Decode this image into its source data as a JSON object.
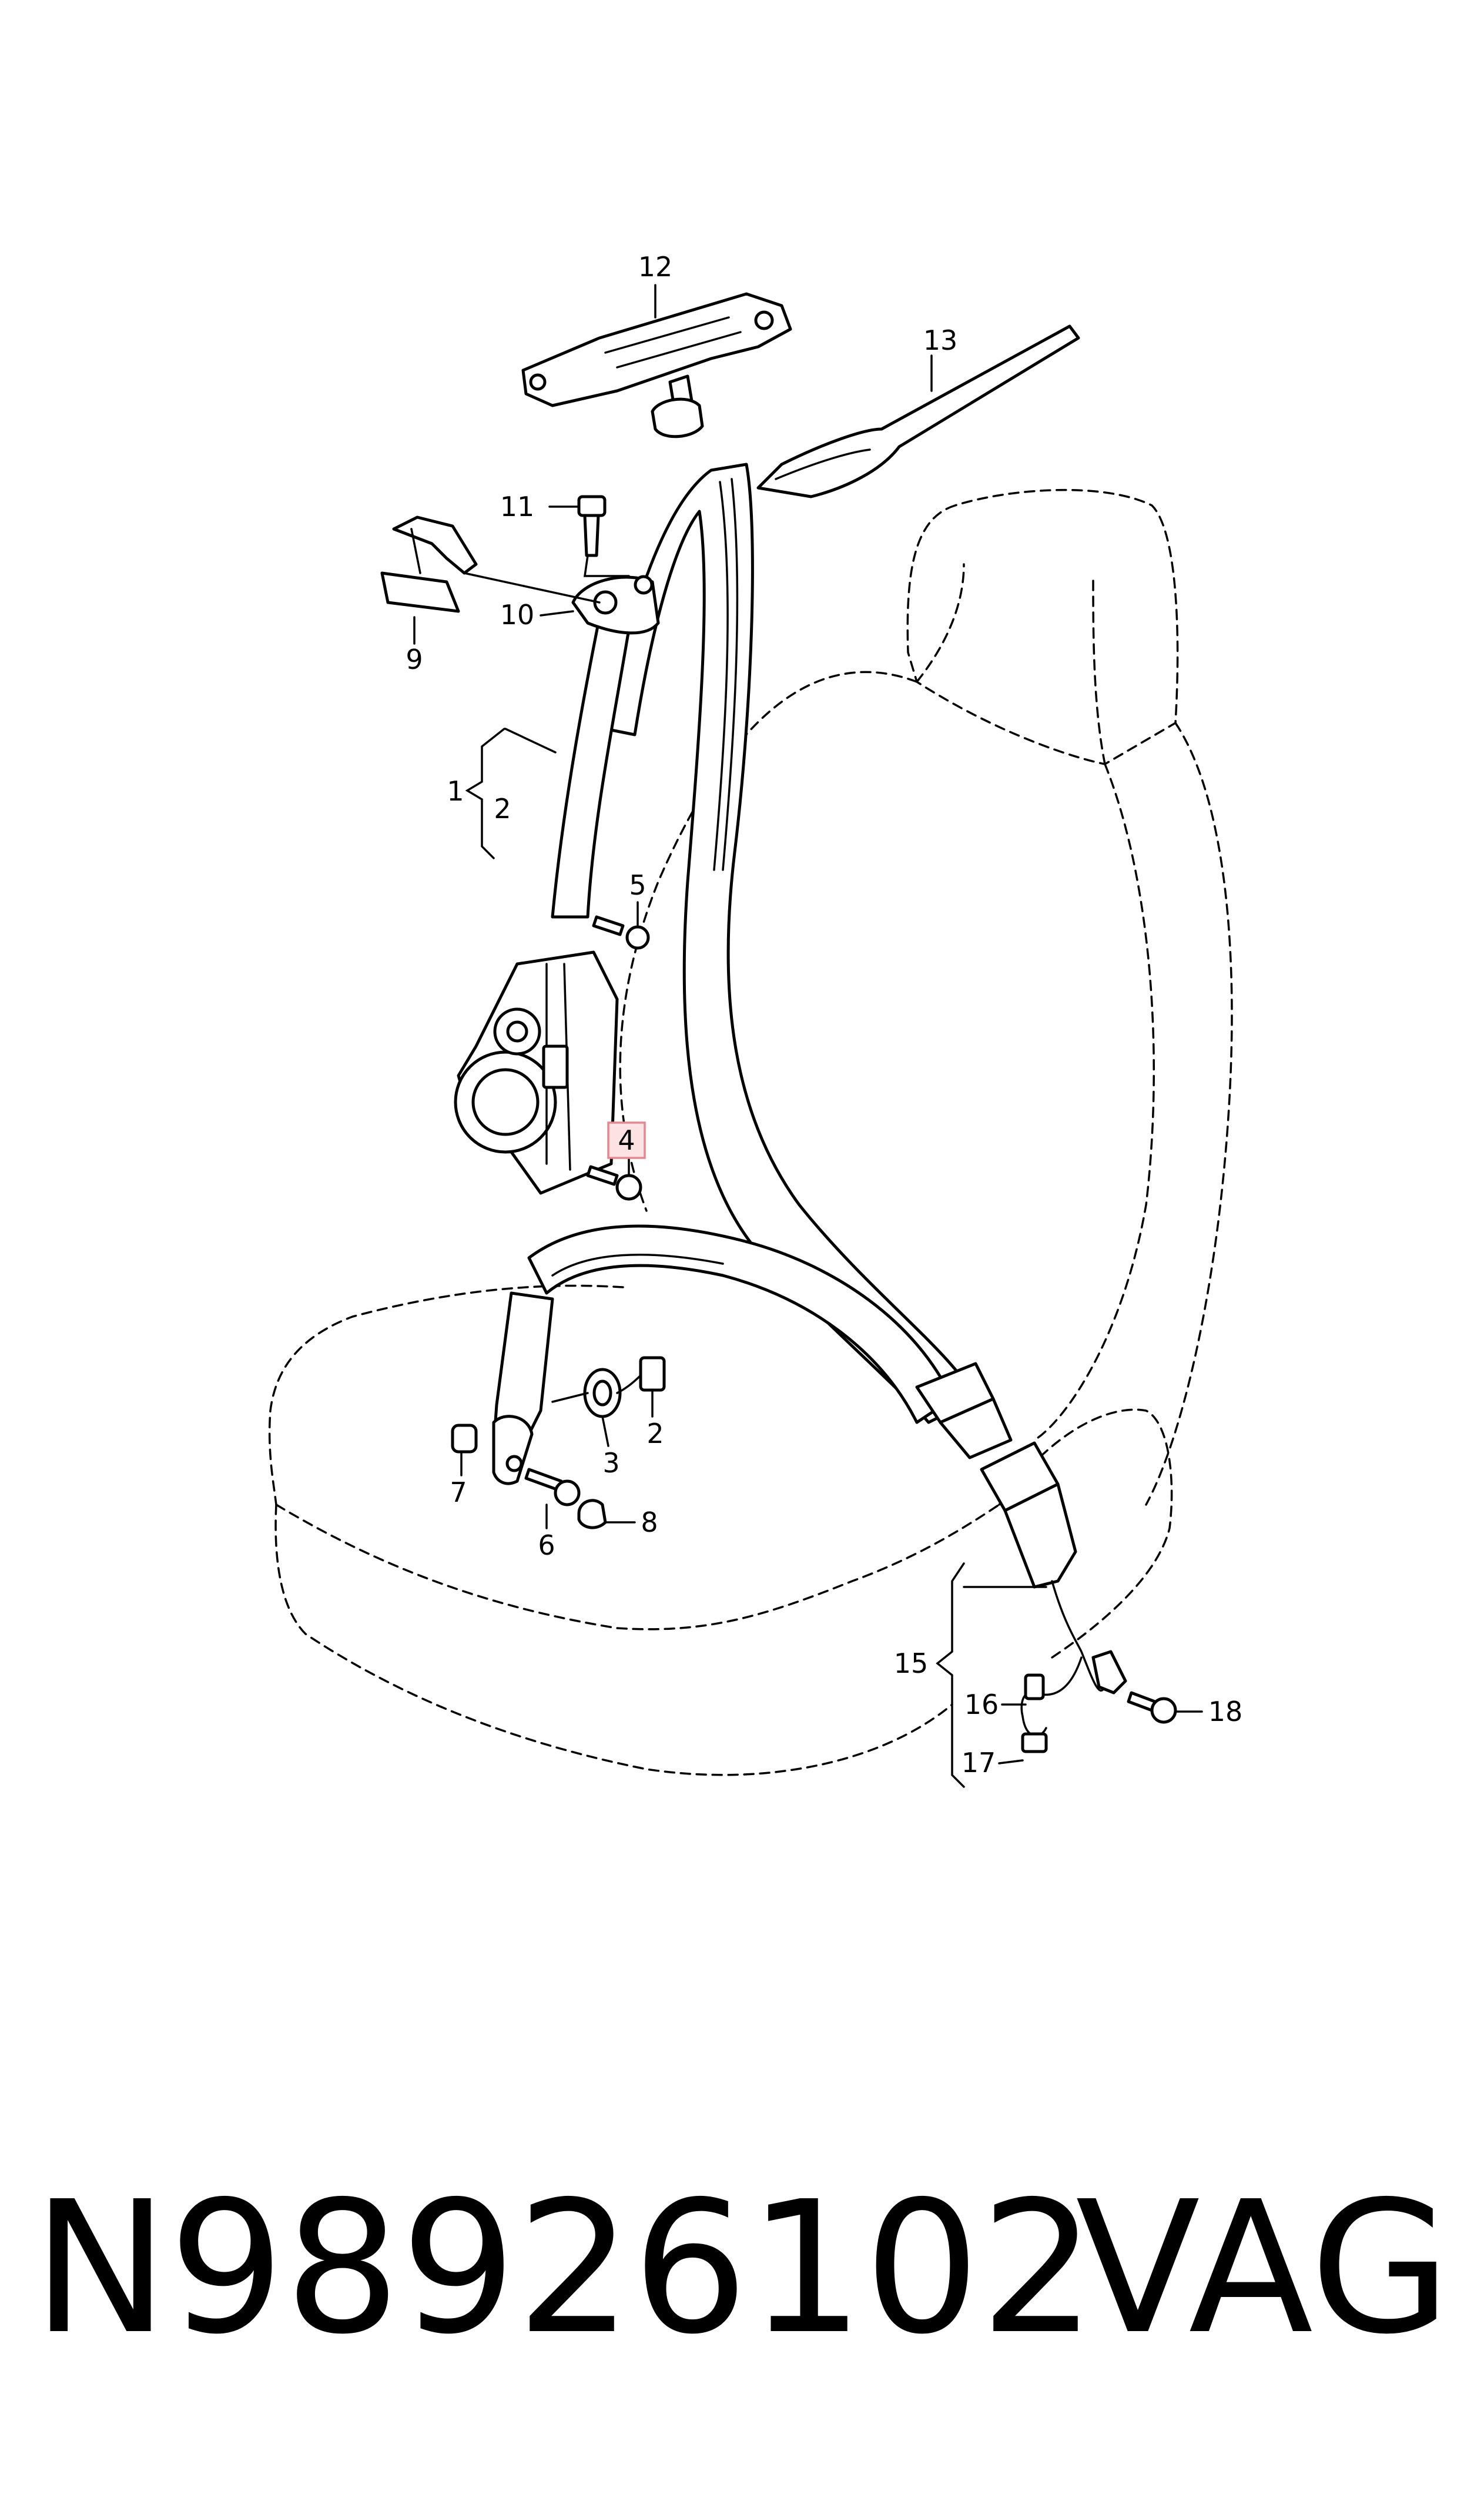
{
  "callouts": {
    "c1": "1",
    "c2a": "2",
    "c2b": "2",
    "c3": "3",
    "c4": "4",
    "c5": "5",
    "c6": "6",
    "c7": "7",
    "c8": "8",
    "c9": "9",
    "c10": "10",
    "c11": "11",
    "c12": "12",
    "c13": "13",
    "c15": "15",
    "c16": "16",
    "c17": "17",
    "c18": "18"
  },
  "highlight": {
    "callout": "4",
    "fill": "#fde2e4",
    "stroke": "#e8868f"
  },
  "footer": {
    "part_number": "N98926102",
    "brand": "VAG"
  }
}
